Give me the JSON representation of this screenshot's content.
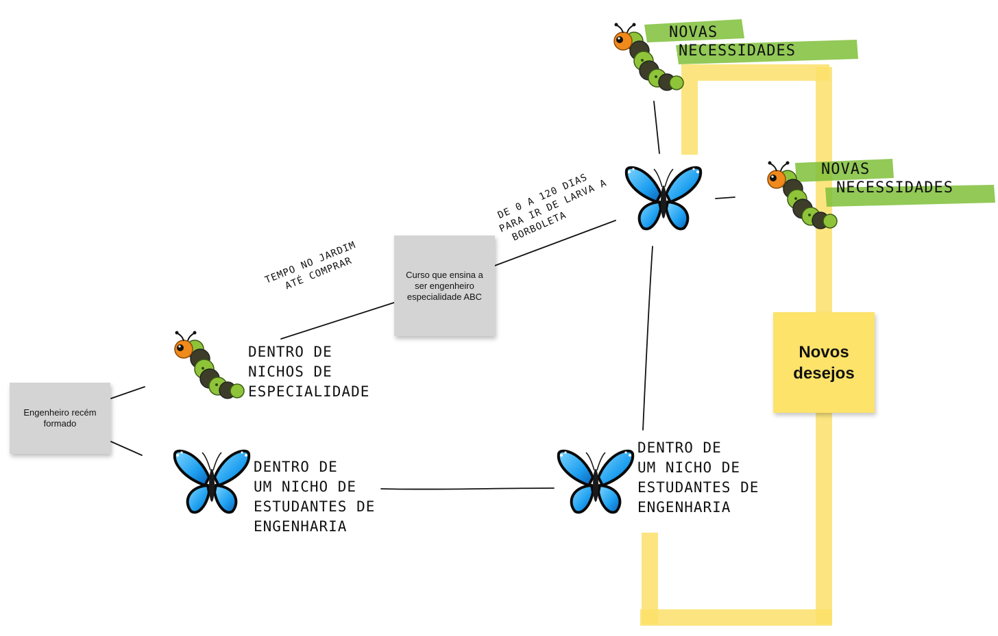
{
  "boxes": {
    "engineer": "Engenheiro recém formado",
    "course": "Curso que ensina a ser engenheiro especialidade ABC",
    "desires": "Novos desejos"
  },
  "labels": {
    "niche_specialty": [
      "Dentro de",
      "nichos de",
      "especialidade"
    ],
    "niche_students_left": [
      "Dentro de",
      "um nicho de",
      "estudantes de",
      "engenharia"
    ],
    "niche_students_right": [
      "Dentro de",
      "um nicho de",
      "estudantes de",
      "engenharia"
    ],
    "garden_time": [
      "Tempo no jardim",
      "até comprar"
    ],
    "days": [
      "De 0 a 120 dias",
      "para ir de larva a",
      "borboleta"
    ],
    "needs_top": [
      "Novas",
      "necessidades"
    ],
    "needs_right": [
      "Novas",
      "necessidades"
    ]
  },
  "icons": {
    "caterpillar": "caterpillar-icon",
    "butterfly": "butterfly-icon"
  },
  "colors": {
    "sticky_gray": "#d4d4d4",
    "sticky_yellow": "#fde36a",
    "highlight_yellow": "#fbe06a",
    "highlight_green": "#7fbf3a",
    "butterfly_blue": "#1e9ff0",
    "caterpillar_green": "#8fc43a"
  }
}
